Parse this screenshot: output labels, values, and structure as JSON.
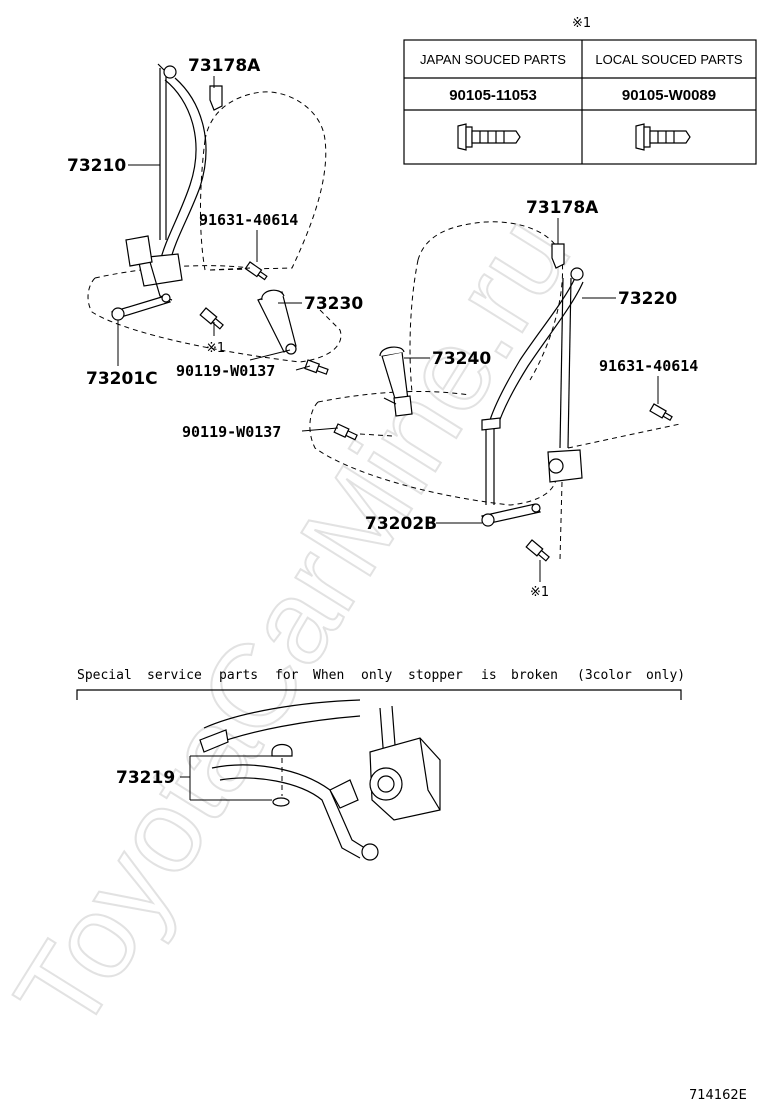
{
  "watermark": "ToyotaCarMine.ru",
  "legend_table": {
    "marker": "※1",
    "columns": [
      "JAPAN SOUCED PARTS",
      "LOCAL SOUCED PARTS"
    ],
    "part_numbers": [
      "90105-11053",
      "90105-W0089"
    ]
  },
  "callouts": {
    "p73178a_left": "73178A",
    "p73210": "73210",
    "p91631_left": "91631-40614",
    "p73230": "73230",
    "mark1_left": "※1",
    "p73201c": "73201C",
    "p90119_upper": "90119-W0137",
    "p73178a_right": "73178A",
    "p73220": "73220",
    "p73240": "73240",
    "p91631_right": "91631-40614",
    "p90119_lower": "90119-W0137",
    "p73202b": "73202B",
    "mark1_right": "※1",
    "p73219": "73219"
  },
  "special_section": {
    "words": [
      "Special",
      "service",
      "parts",
      "for",
      "When",
      "only",
      "stopper",
      "is",
      "broken",
      "(3color",
      "only)"
    ]
  },
  "figure_id": "714162E"
}
